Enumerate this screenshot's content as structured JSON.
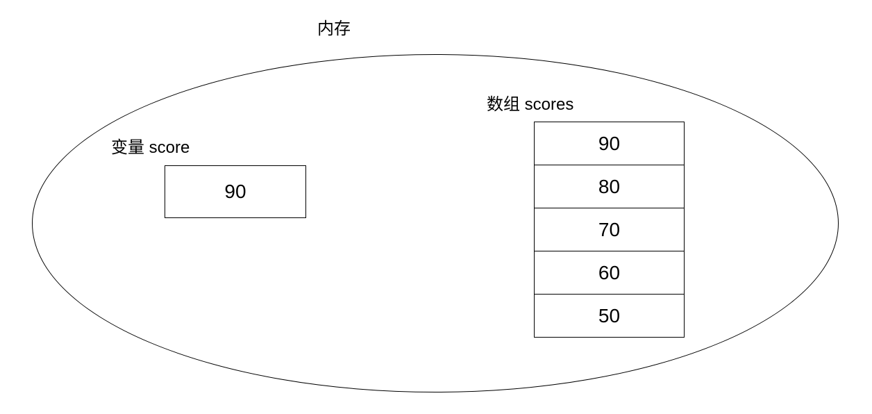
{
  "diagram": {
    "title": "内存",
    "variable": {
      "label": "变量 score",
      "value": "90"
    },
    "array": {
      "label": "数组 scores",
      "values": [
        "90",
        "80",
        "70",
        "60",
        "50"
      ]
    }
  }
}
